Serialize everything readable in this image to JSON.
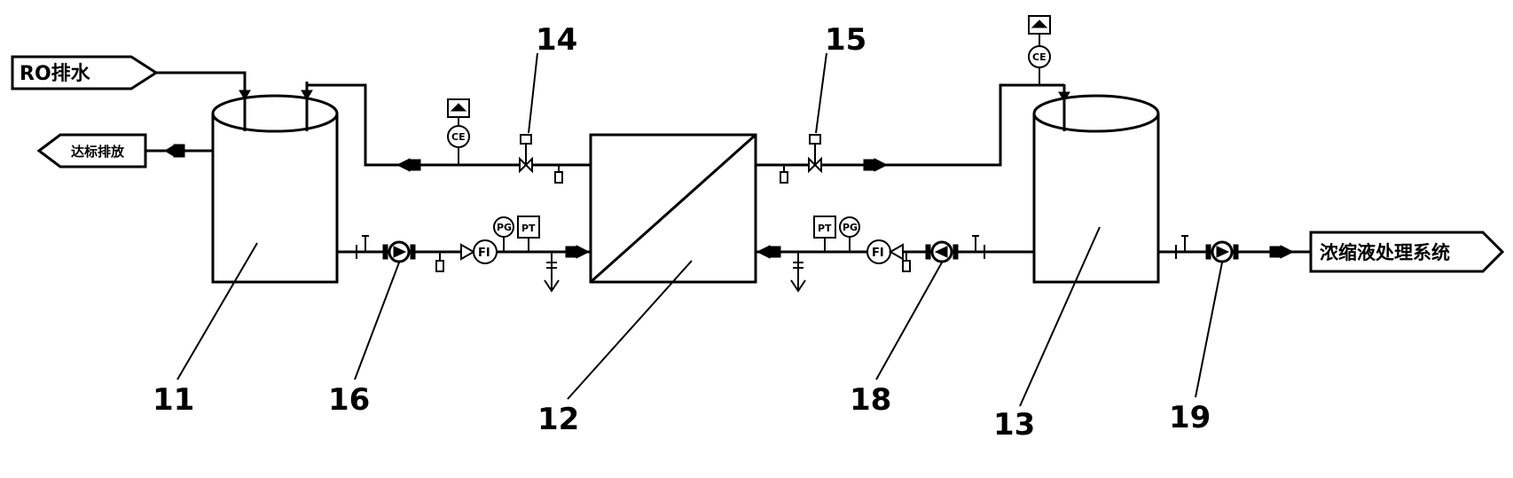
{
  "labels": {
    "ro_drain": "RO排水",
    "discharge": "达标排放",
    "concentrate_system": "浓缩液处理系统"
  },
  "callouts": {
    "n11": "11",
    "n12": "12",
    "n13": "13",
    "n14": "14",
    "n15": "15",
    "n16": "16",
    "n18": "18",
    "n19": "19"
  },
  "instruments": {
    "pg": "PG",
    "pt": "PT",
    "ce": "CE",
    "fi": "FI"
  }
}
